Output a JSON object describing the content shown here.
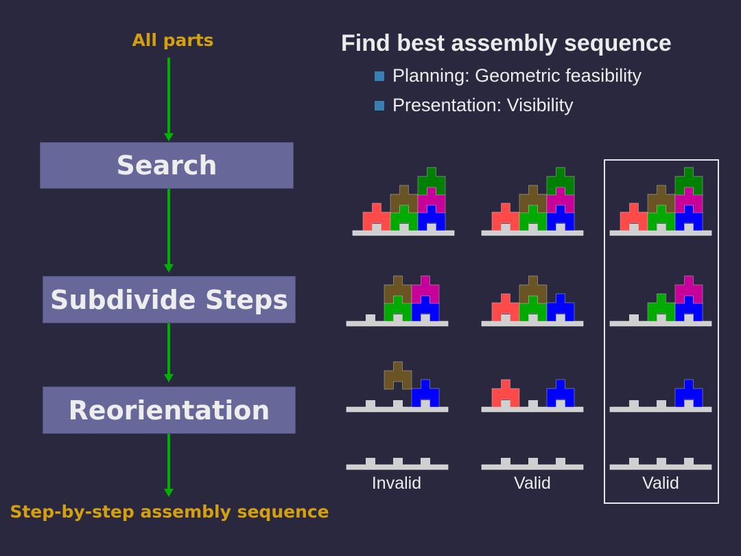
{
  "flowchart": {
    "input_label": "All parts",
    "stages": [
      "Search",
      "Subdivide Steps",
      "Reorientation"
    ],
    "output_label": "Step-by-step assembly sequence",
    "arrow_color": "#00b000",
    "label_color": "#d4a010",
    "stage_color": "#676799"
  },
  "goal": {
    "title": "Find best assembly sequence",
    "bullets": [
      "Planning: Geometric feasibility",
      "Presentation: Visibility"
    ]
  },
  "colors": {
    "red": "#ff4a4a",
    "green": "#00aa00",
    "blue": "#0000ff",
    "brown": "#6b5424",
    "magenta": "#c8009a",
    "darkgreen": "#008000",
    "base": "#d0d0d0"
  },
  "sequences": [
    {
      "label": "Invalid",
      "selected": false,
      "steps": [
        [
          [
            "red",
            0,
            0
          ],
          [
            "green",
            1,
            0
          ],
          [
            "blue",
            2,
            0
          ],
          [
            "brown",
            1,
            1
          ],
          [
            "magenta",
            2,
            1
          ],
          [
            "darkgreen",
            2,
            2
          ]
        ],
        [
          [
            "green",
            1,
            0
          ],
          [
            "blue",
            2,
            0
          ],
          [
            "brown",
            1,
            1
          ],
          [
            "magenta",
            2,
            1
          ]
        ],
        [
          [
            "blue",
            2,
            0
          ],
          [
            "brown",
            1,
            1
          ]
        ],
        []
      ]
    },
    {
      "label": "Valid",
      "selected": false,
      "steps": [
        [
          [
            "red",
            0,
            0
          ],
          [
            "green",
            1,
            0
          ],
          [
            "blue",
            2,
            0
          ],
          [
            "brown",
            1,
            1
          ],
          [
            "magenta",
            2,
            1
          ],
          [
            "darkgreen",
            2,
            2
          ]
        ],
        [
          [
            "red",
            0,
            0
          ],
          [
            "green",
            1,
            0
          ],
          [
            "blue",
            2,
            0
          ],
          [
            "brown",
            1,
            1
          ]
        ],
        [
          [
            "red",
            0,
            0
          ],
          [
            "blue",
            2,
            0
          ]
        ],
        []
      ]
    },
    {
      "label": "Valid",
      "selected": true,
      "steps": [
        [
          [
            "red",
            0,
            0
          ],
          [
            "green",
            1,
            0
          ],
          [
            "blue",
            2,
            0
          ],
          [
            "brown",
            1,
            1
          ],
          [
            "magenta",
            2,
            1
          ],
          [
            "darkgreen",
            2,
            2
          ]
        ],
        [
          [
            "green",
            1,
            0
          ],
          [
            "blue",
            2,
            0
          ],
          [
            "magenta",
            2,
            1
          ]
        ],
        [
          [
            "blue",
            2,
            0
          ]
        ],
        []
      ]
    }
  ]
}
